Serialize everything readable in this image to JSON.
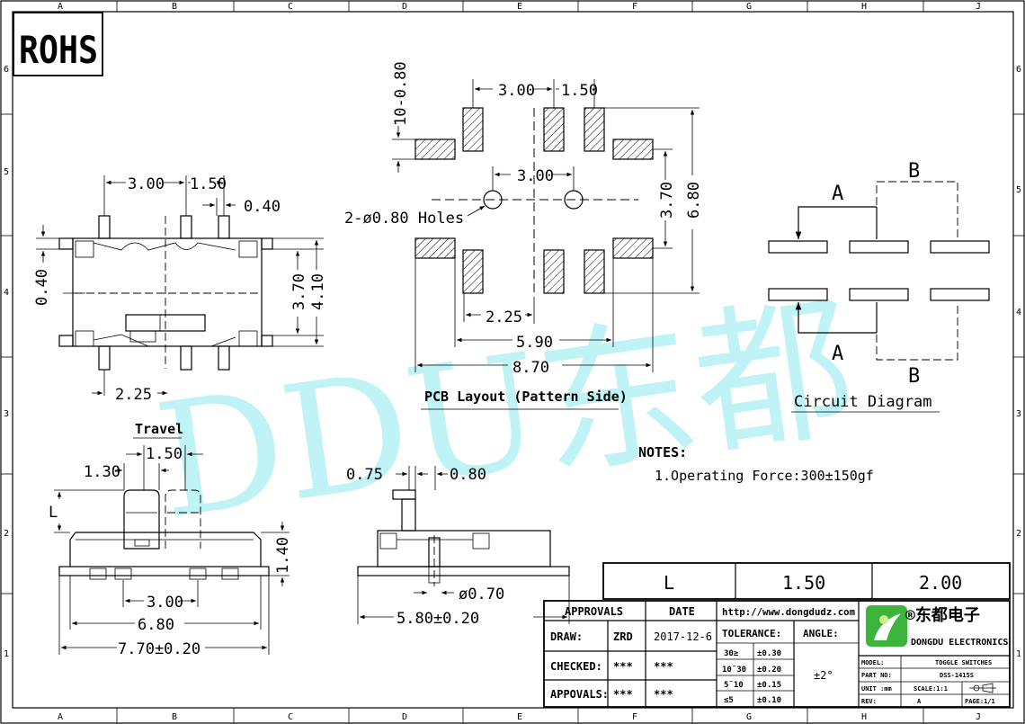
{
  "rohs": "ROHS",
  "watermark": "DDU东都",
  "grid": {
    "cols": [
      "A",
      "B",
      "C",
      "D",
      "E",
      "F",
      "G",
      "H",
      "J"
    ],
    "rows": [
      "6",
      "5",
      "4",
      "3",
      "2",
      "1"
    ]
  },
  "pcb": {
    "title": "PCB Layout (Pattern Side)",
    "dims": {
      "d300a": "3.00",
      "d150": "1.50",
      "d1080": "10-0.80",
      "d300b": "3.00",
      "holes": "2-ø0.80 Holes",
      "d370": "3.70",
      "d680": "6.80",
      "d225": "2.25",
      "d590": "5.90",
      "d870": "8.70"
    }
  },
  "top": {
    "dims": {
      "d300": "3.00",
      "d150": "1.50",
      "d040a": "0.40",
      "d040b": "0.40",
      "d370": "3.70",
      "d410": "4.10",
      "d225": "2.25"
    }
  },
  "travel": {
    "title": "Travel",
    "dims": {
      "d150": "1.50",
      "d130": "1.30",
      "L": "L",
      "d140": "1.40",
      "d300": "3.00",
      "d680": "6.80",
      "d770": "7.70±0.20"
    }
  },
  "side": {
    "dims": {
      "d075": "0.75",
      "d080": "0.80",
      "d070": "ø0.70",
      "d580": "5.80±0.20"
    }
  },
  "circuit": {
    "title": "Circuit Diagram",
    "labels": [
      "A",
      "B",
      "A",
      "B"
    ]
  },
  "notes": {
    "title": "NOTES:",
    "line1": "1.Operating Force:300±150gf"
  },
  "table_L": {
    "label": "L",
    "v1": "1.50",
    "v2": "2.00"
  },
  "titleblock": {
    "approvals": "APPROVALS",
    "date": "DATE",
    "url": "http://www.dongdudz.com",
    "draw": "DRAW:",
    "draw_by": "ZRD",
    "draw_date": "2017-12-6",
    "checked": "CHECKED:",
    "checked_by": "***",
    "checked_date": "***",
    "appvals": "APPOVALS:",
    "appvals_by": "***",
    "appvals_date": "***",
    "tolerance": "TOLERANCE:",
    "angle": "ANGLE:",
    "angle_val": "±2°",
    "tol_rows": [
      [
        "30≥",
        "±0.30"
      ],
      [
        "10˜30",
        "±0.20"
      ],
      [
        "5˜10",
        "±0.15"
      ],
      [
        "≤5",
        "±0.10"
      ]
    ],
    "company_cn": "®东都电子",
    "company_en": "DONGDU ELECTRONICS",
    "model_label": "MODEL:",
    "model": "TOGGLE SWITCHES",
    "part_label": "PART NO:",
    "part": "DSS-1415S",
    "unit_label": "UNIT :mm",
    "scale": "SCALE:1:1",
    "rev_label": "REV:",
    "rev": "A",
    "page": "PAGE:1/1"
  }
}
